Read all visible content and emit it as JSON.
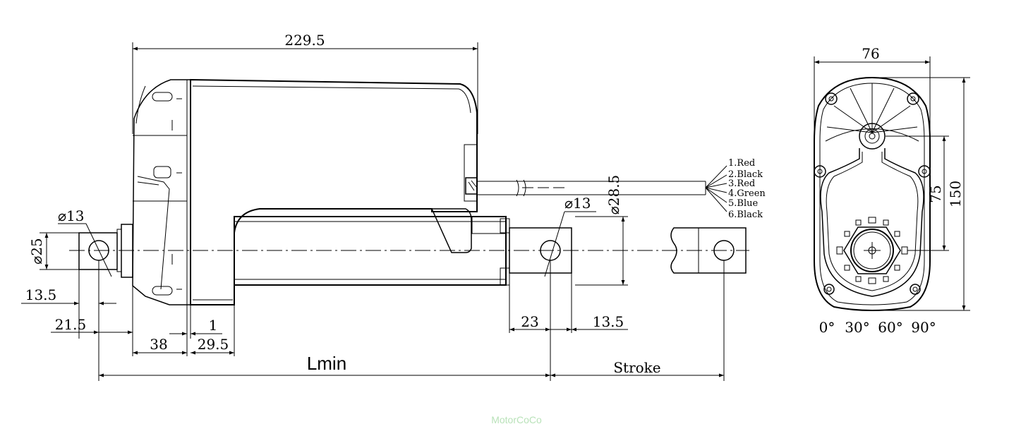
{
  "dimensions": {
    "overall_length": "229.5",
    "width": "76",
    "height": "150",
    "pivot_height": "75",
    "rod_pin_dia": "⌀13",
    "base_pin_dia": "⌀13",
    "clevis_dia": "⌀25",
    "tube_dia": "⌀28.5",
    "clevis_offset": "13.5",
    "base_offset": "21.5",
    "flange": "38",
    "gap": "1",
    "collar": "29.5",
    "rod_end_width": "23",
    "rod_end_offset": "13.5",
    "min_length": "Lmin",
    "stroke": "Stroke"
  },
  "wires": [
    "1.Red",
    "2.Black",
    "3.Red",
    "4.Green",
    "5.Blue",
    "6.Black"
  ],
  "rotation_angles": [
    "0°",
    "30°",
    "60°",
    "90°"
  ],
  "watermark": "MotorCoCo"
}
